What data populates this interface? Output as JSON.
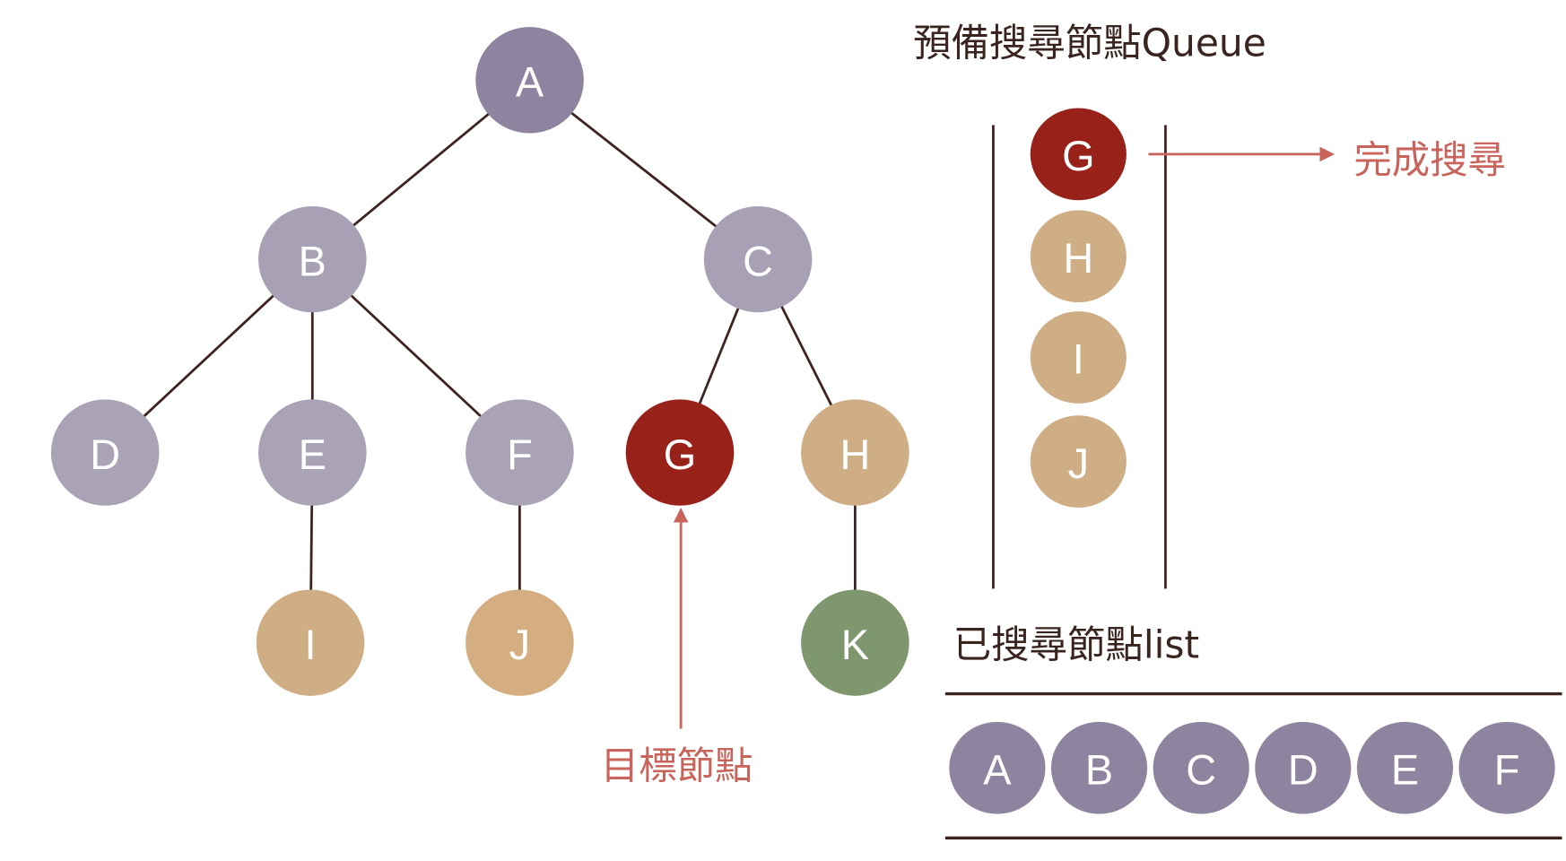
{
  "tree": {
    "nodes": [
      {
        "id": "A",
        "label": "A",
        "color": "#8f849f"
      },
      {
        "id": "B",
        "label": "B",
        "color": "#a8a0b5"
      },
      {
        "id": "C",
        "label": "C",
        "color": "#a8a0b5"
      },
      {
        "id": "D",
        "label": "D",
        "color": "#aaa2b5"
      },
      {
        "id": "E",
        "label": "E",
        "color": "#aaa2b5"
      },
      {
        "id": "F",
        "label": "F",
        "color": "#aaa2b5"
      },
      {
        "id": "G",
        "label": "G",
        "color": "#98221a"
      },
      {
        "id": "H",
        "label": "H",
        "color": "#cfad85"
      },
      {
        "id": "I",
        "label": "I",
        "color": "#cfad85"
      },
      {
        "id": "J",
        "label": "J",
        "color": "#d4ae80"
      },
      {
        "id": "K",
        "label": "K",
        "color": "#7e976f"
      }
    ],
    "edges": [
      [
        "A",
        "B"
      ],
      [
        "A",
        "C"
      ],
      [
        "B",
        "D"
      ],
      [
        "B",
        "E"
      ],
      [
        "B",
        "F"
      ],
      [
        "C",
        "G"
      ],
      [
        "C",
        "H"
      ],
      [
        "E",
        "I"
      ],
      [
        "F",
        "J"
      ],
      [
        "H",
        "K"
      ]
    ],
    "target_label": "目標節點"
  },
  "queue": {
    "title": "預備搜尋節點Queue",
    "items": [
      {
        "label": "G",
        "color": "#98221a"
      },
      {
        "label": "H",
        "color": "#cfad85"
      },
      {
        "label": "I",
        "color": "#cfad85"
      },
      {
        "label": "J",
        "color": "#cfad85"
      }
    ],
    "done_label": "完成搜尋"
  },
  "visited": {
    "title": "已搜尋節點list",
    "items": [
      {
        "label": "A",
        "color": "#8f849f"
      },
      {
        "label": "B",
        "color": "#8f849f"
      },
      {
        "label": "C",
        "color": "#8f849f"
      },
      {
        "label": "D",
        "color": "#8f849f"
      },
      {
        "label": "E",
        "color": "#8f849f"
      },
      {
        "label": "F",
        "color": "#8f849f"
      }
    ]
  },
  "colors": {
    "edge": "#3d2420",
    "accent": "#c9645c"
  }
}
